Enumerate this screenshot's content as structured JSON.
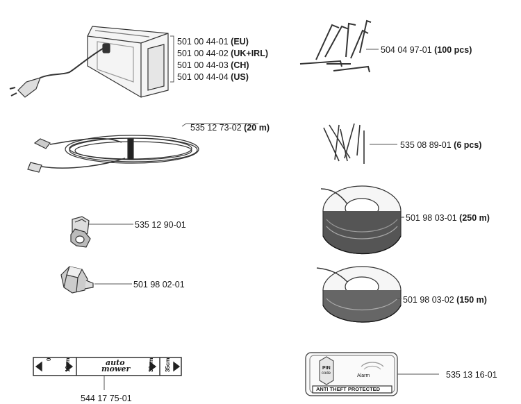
{
  "parts": {
    "transformer": {
      "lines": [
        {
          "number": "501 00 44-01",
          "variant": "(EU)"
        },
        {
          "number": "501 00 44-02",
          "variant": "(UK+IRL)"
        },
        {
          "number": "501 00 44-03",
          "variant": "(CH)"
        },
        {
          "number": "501 00 44-04",
          "variant": "(US)"
        }
      ]
    },
    "pegs_large": {
      "number": "504 04 97-01",
      "qty": "(100 pcs)"
    },
    "low_voltage_cable": {
      "number": "535 12 73-02",
      "qty": "(20 m)"
    },
    "pegs_small": {
      "number": "535 08 89-01",
      "qty": "(6 pcs)"
    },
    "connector": {
      "number": "535 12 90-01"
    },
    "wire_250": {
      "number": "501 98 03-01",
      "qty": "(250 m)"
    },
    "coupler": {
      "number": "501 98 02-01"
    },
    "wire_150": {
      "number": "501 98 03-02",
      "qty": "(150 m)"
    },
    "measure_ruler": {
      "number": "544 17 75-01",
      "marks": {
        "left": "0",
        "mid_left": "10cm",
        "center_line1": "auto",
        "center_line2": "mower",
        "mid_right": "30cm",
        "right": "35cm"
      }
    },
    "decal": {
      "number": "535 13 16-01",
      "pin_line1": "PIN",
      "pin_line2": "code",
      "alarm": "Alarm",
      "banner": "ANTI THEFT PROTECTED"
    }
  }
}
